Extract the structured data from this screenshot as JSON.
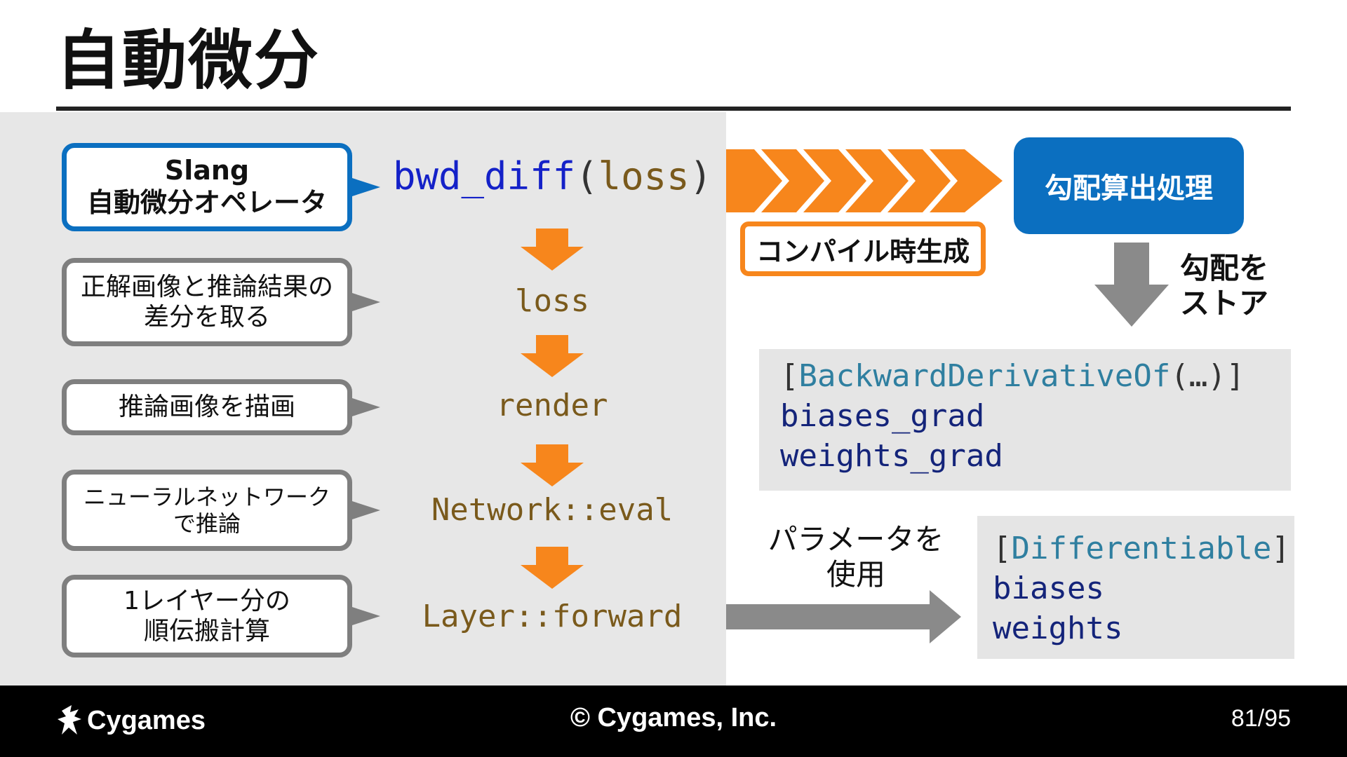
{
  "title": "自動微分",
  "callouts": {
    "slang": "Slang\n自動微分オペレータ",
    "loss": "正解画像と推論結果の\n差分を取る",
    "render": "推論画像を描画",
    "network": "ニューラルネットワーク\nで推論",
    "layer": "1レイヤー分の\n順伝搬計算"
  },
  "code_call": {
    "fn": "bwd_diff",
    "open": "(",
    "arg": "loss",
    "close": ")"
  },
  "stages": [
    "loss",
    "render",
    "Network::eval",
    "Layer::forward"
  ],
  "compile_label": "コンパイル時生成",
  "grad_box_label": "勾配算出処理",
  "store_label": "勾配を\nストア",
  "backward_block": {
    "open": "[",
    "attribute": "BackwardDerivativeOf",
    "args": "(…)",
    "close": "]",
    "fields": [
      "biases_grad",
      "weights_grad"
    ]
  },
  "param_label": "パラメータを\n使用",
  "diff_block": {
    "open": "[",
    "attribute": "Differentiable",
    "close": "]",
    "fields": [
      "biases",
      "weights"
    ]
  },
  "footer": {
    "logo": "Cygames",
    "copyright": "© Cygames, Inc.",
    "page": "81/95"
  },
  "colors": {
    "accent_blue": "#0b6fc0",
    "accent_orange": "#f7861c",
    "arrow_gray": "#8a8a8a",
    "panel_gray": "#e7e7e7"
  }
}
